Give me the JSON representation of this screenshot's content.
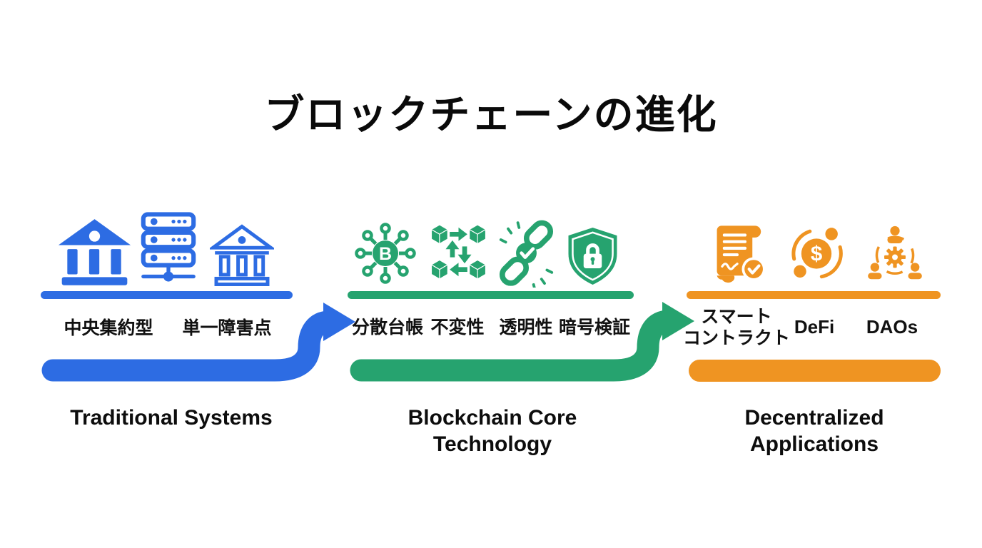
{
  "title": "ブロックチェーンの進化",
  "colors": {
    "blue": "#2d6ce3",
    "green": "#26a36f",
    "orange": "#ef9422",
    "text": "#111111",
    "background": "#ffffff"
  },
  "stages": [
    {
      "id": "traditional-systems",
      "accent": "#2d6ce3",
      "title_lines": [
        "Traditional Systems"
      ],
      "labels": [
        "中央集約型",
        "単一障害点"
      ],
      "icons": [
        "bank-icon",
        "server-rack-icon",
        "bank-columns-icon"
      ],
      "arrow_to_next": true
    },
    {
      "id": "blockchain-core-technology",
      "accent": "#26a36f",
      "title_lines": [
        "Blockchain Core",
        "Technology"
      ],
      "labels": [
        "分散台帳",
        "不変性",
        "透明性",
        "暗号検証"
      ],
      "icons": [
        "bitcoin-network-icon",
        "blocks-exchange-icon",
        "chain-verified-icon",
        "shield-lock-icon"
      ],
      "arrow_to_next": true
    },
    {
      "id": "decentralized-applications",
      "accent": "#ef9422",
      "title_lines": [
        "Decentralized",
        "Applications"
      ],
      "labels": [
        {
          "lines": [
            "スマート",
            "コントラクト"
          ]
        },
        {
          "lines": [
            "DeFi"
          ]
        },
        {
          "lines": [
            "DAOs"
          ]
        }
      ],
      "icons": [
        "smart-contract-icon",
        "defi-coin-icon",
        "dao-people-icon"
      ],
      "arrow_to_next": false
    }
  ]
}
